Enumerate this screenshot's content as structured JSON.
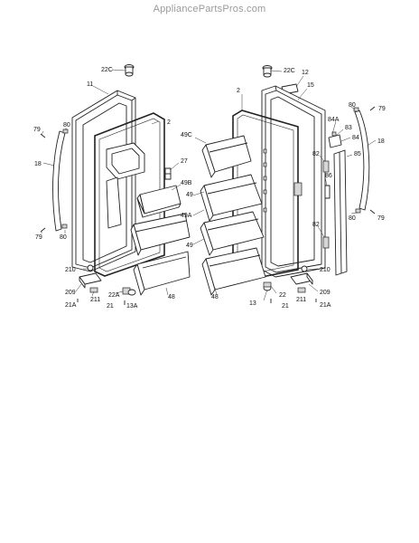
{
  "header": {
    "site_title": "AppliancePartsPros.com"
  },
  "callouts": {
    "l_22c": "22C",
    "l_11": "11",
    "l_2": "2",
    "l_79a": "79",
    "l_80a": "80",
    "l_18": "18",
    "l_79b": "79",
    "l_80b": "80",
    "l_210": "210",
    "l_209": "209",
    "l_21a": "21A",
    "l_211": "211",
    "l_22a": "22A",
    "l_21": "21",
    "l_13a": "13A",
    "l_27": "27",
    "l_49b": "49B",
    "l_48": "48",
    "r_22c": "22C",
    "r_12": "12",
    "r_15": "15",
    "r_2": "2",
    "r_49c": "49C",
    "r_49a": "49A",
    "r_49": "49",
    "r_49b": "49",
    "r_48": "48",
    "r_13": "13",
    "r_22": "22",
    "r_21": "21",
    "r_84a": "84A",
    "r_83": "83",
    "r_84": "84",
    "r_80a": "80",
    "r_79a": "79",
    "r_18": "18",
    "r_82a": "82",
    "r_86": "86",
    "r_85": "85",
    "r_82b": "82",
    "r_80b": "80",
    "r_79b": "79",
    "r_210": "210",
    "r_209": "209",
    "r_211": "211",
    "r_21a": "21A"
  }
}
